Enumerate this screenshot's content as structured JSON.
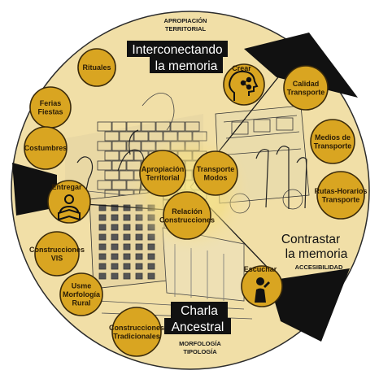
{
  "colors": {
    "circle_fill": "#f1dfa7",
    "bubble_fill": "#d9a521",
    "bubble_stroke": "#3a2a0a",
    "dark": "#111111",
    "glow": "#f5e38a"
  },
  "sections": {
    "apropiacion": {
      "label_lines": [
        "APROPIACIÓN",
        "TERRITORIAL"
      ]
    },
    "interconectando": {
      "title_lines": [
        "Interconectando",
        "la memoria"
      ]
    },
    "contrastar": {
      "title_lines": [
        "Contrastar",
        "la memoria"
      ],
      "sub": "ACCESIBILIDAD"
    },
    "charla": {
      "title_lines": [
        "Charla",
        "Ancestral"
      ],
      "sub_lines": [
        "MORFOLOGÍA",
        "TIPOLOGÍA"
      ]
    }
  },
  "bubbles": [
    {
      "id": "rituales",
      "lines": [
        "Rituales"
      ]
    },
    {
      "id": "ferias",
      "lines": [
        "Ferias",
        "Fiestas"
      ]
    },
    {
      "id": "costumbres",
      "lines": [
        "Costumbres"
      ]
    },
    {
      "id": "calidad",
      "lines": [
        "Calidad",
        "Transporte"
      ]
    },
    {
      "id": "medios",
      "lines": [
        "Medios de",
        "Transporte"
      ]
    },
    {
      "id": "rutas",
      "lines": [
        "Rutas-Horarios",
        "Transporte"
      ]
    },
    {
      "id": "apropiacion",
      "lines": [
        "Apropiación",
        "Territorial"
      ]
    },
    {
      "id": "transporte",
      "lines": [
        "Transporte",
        "Modos"
      ]
    },
    {
      "id": "relacion",
      "lines": [
        "Relación",
        "Construcciones"
      ]
    },
    {
      "id": "vis",
      "lines": [
        "Construcciones",
        "VIS"
      ]
    },
    {
      "id": "usme",
      "lines": [
        "Usme",
        "Morfología",
        "Rural"
      ]
    },
    {
      "id": "tradicionales",
      "lines": [
        "Construcciones",
        "Tradicionales"
      ]
    }
  ],
  "actions": [
    {
      "id": "crear",
      "label": "Crear",
      "icon": "head-network-icon"
    },
    {
      "id": "entregar",
      "label": "Entregar",
      "icon": "person-reading-icon"
    },
    {
      "id": "escuchar",
      "label": "Escuchar",
      "icon": "person-listening-icon"
    }
  ]
}
